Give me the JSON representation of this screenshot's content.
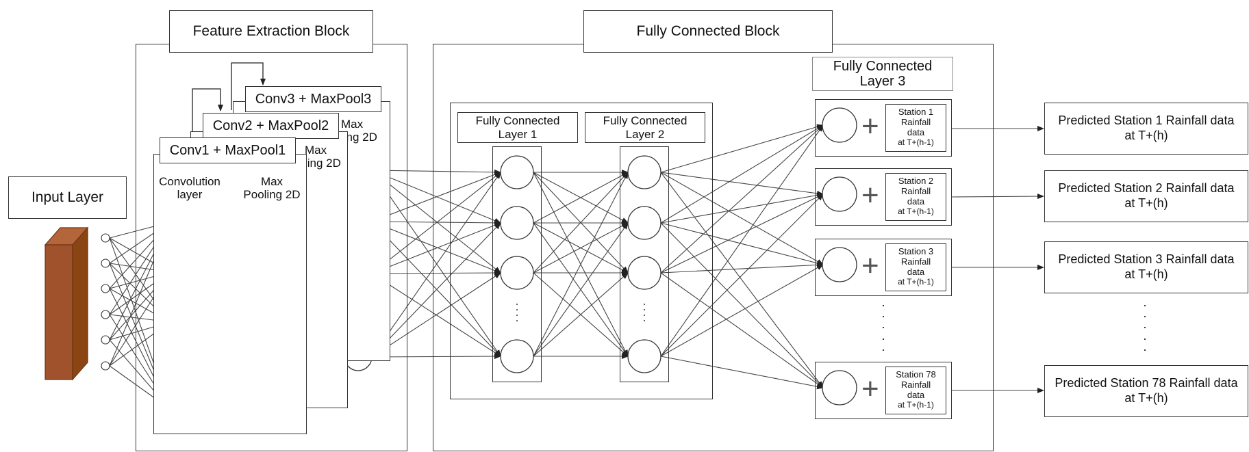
{
  "input_layer": "Input Layer",
  "feature_block": {
    "title": "Feature Extraction Block",
    "conv3_title": "Conv3 + MaxPool3",
    "conv2_title": "Conv2 + MaxPool2",
    "conv1_title": "Conv1 + MaxPool1",
    "conv_label": "Convolution\nlayer",
    "pool_label": "Max\nPooling 2D",
    "pool_label_back_2": "Max\nling 2D",
    "pool_label_back_3": "Max\nling 2D"
  },
  "fc_block": {
    "title": "Fully Connected Block",
    "fc1_title": "Fully Connected\nLayer 1",
    "fc2_title": "Fully Connected\nLayer 2",
    "fc3_title": "Fully Connected\nLayer 3"
  },
  "stations": [
    {
      "name": "Station 1",
      "line2": "Rainfall",
      "line3": "data",
      "line4": "at T+(h-1)",
      "prediction_line1": "Predicted Station 1 Rainfall data",
      "prediction_line2": "at T+(h)"
    },
    {
      "name": "Station 2",
      "line2": "Rainfall",
      "line3": "data",
      "line4": "at T+(h-1)",
      "prediction_line1": "Predicted Station 2 Rainfall data",
      "prediction_line2": "at T+(h)"
    },
    {
      "name": "Station 3",
      "line2": "Rainfall",
      "line3": "data",
      "line4": "at T+(h-1)",
      "prediction_line1": "Predicted Station 3 Rainfall data",
      "prediction_line2": "at T+(h)"
    },
    {
      "name": "Station 78",
      "line2": "Rainfall",
      "line3": "data",
      "line4": "at T+(h-1)",
      "prediction_line1": "Predicted Station 78 Rainfall data",
      "prediction_line2": "at T+(h)"
    }
  ],
  "colors": {
    "input_block": "#a0522d",
    "input_block_side": "#8b4513",
    "input_block_top": "#b5653a",
    "line": "#444444"
  }
}
